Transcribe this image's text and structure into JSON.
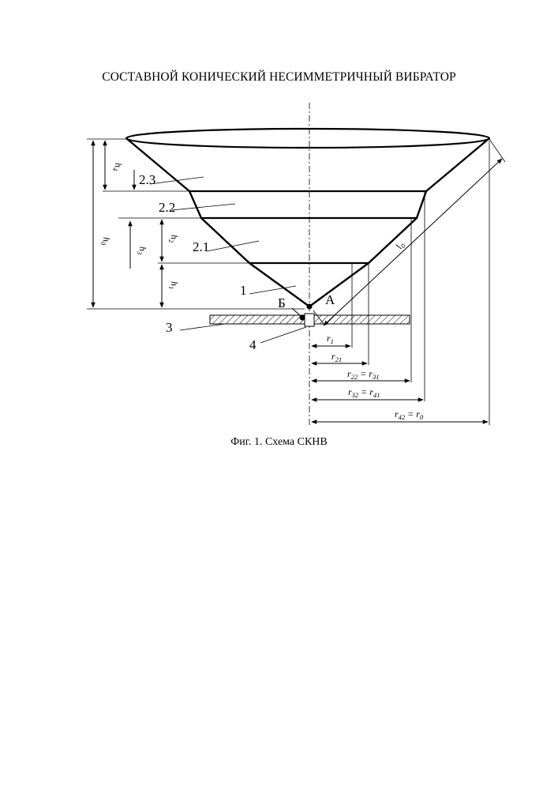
{
  "title": "СОСТАВНОЙ КОНИЧЕСКИЙ НЕСИММЕТРИЧНЫЙ ВИБРАТОР",
  "caption": "Фиг. 1. Схема СКНВ",
  "labels": {
    "section_2_3": "2.3",
    "section_2_2": "2.2",
    "section_2_1": "2.1",
    "part_1": "1",
    "part_3": "3",
    "part_4": "4",
    "point_a": "А",
    "point_b": "Б"
  },
  "dimensions": {
    "h0": {
      "base": "h",
      "sub": "0"
    },
    "h1": {
      "base": "h",
      "sub": "1"
    },
    "h2": {
      "base": "h",
      "sub": "2"
    },
    "h3": {
      "base": "h",
      "sub": "3"
    },
    "h4": {
      "base": "h",
      "sub": "4"
    },
    "l0": {
      "base": "l",
      "sub": "0"
    },
    "r1": {
      "base": "r",
      "sub": "1"
    },
    "r21": {
      "base": "r",
      "sub": "21"
    },
    "r22_eq": {
      "left": "r",
      "left_sub": "22",
      "eq": " = ",
      "right": "r",
      "right_sub": "31"
    },
    "r32_eq": {
      "left": "r",
      "left_sub": "32",
      "eq": " = ",
      "right": "r",
      "right_sub": "41"
    },
    "r42_eq": {
      "left": "r",
      "left_sub": "42",
      "eq": " = ",
      "right": "r",
      "right_sub": "0"
    }
  }
}
